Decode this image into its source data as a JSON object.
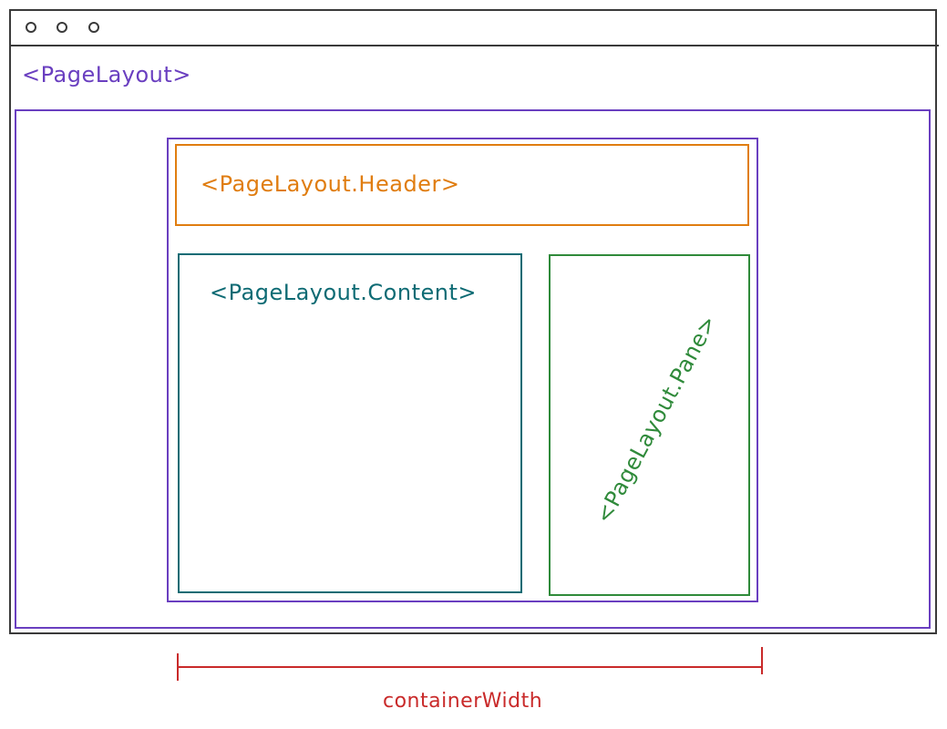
{
  "window": {
    "controls": [
      "window-dot",
      "window-dot",
      "window-dot"
    ]
  },
  "labels": {
    "page_layout": "<PageLayout>",
    "header": "<PageLayout.Header>",
    "content": "<PageLayout.Content>",
    "pane": "<PageLayout.Pane>",
    "container_width": "containerWidth"
  },
  "colors": {
    "frame": "#3a3a3a",
    "page_layout": "#6a3fc0",
    "header": "#e07d10",
    "content": "#0e6b74",
    "pane": "#2f8a3a",
    "container_width": "#c92a2a"
  }
}
